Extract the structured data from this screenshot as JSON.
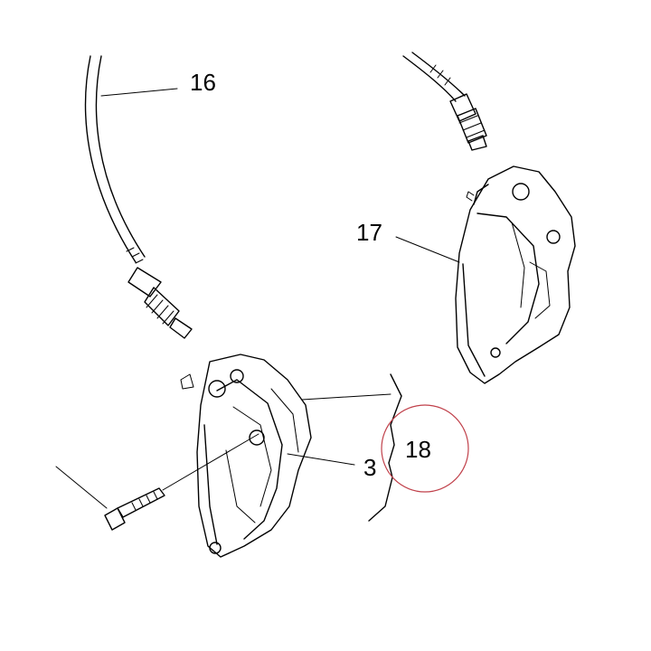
{
  "labels": {
    "hose_left": "16",
    "caliper_right": "17",
    "caliper_set": "18",
    "pad_pin": "3"
  },
  "colors": {
    "line": "#000000",
    "highlight_circle": "#c0404a",
    "background": "#ffffff"
  }
}
